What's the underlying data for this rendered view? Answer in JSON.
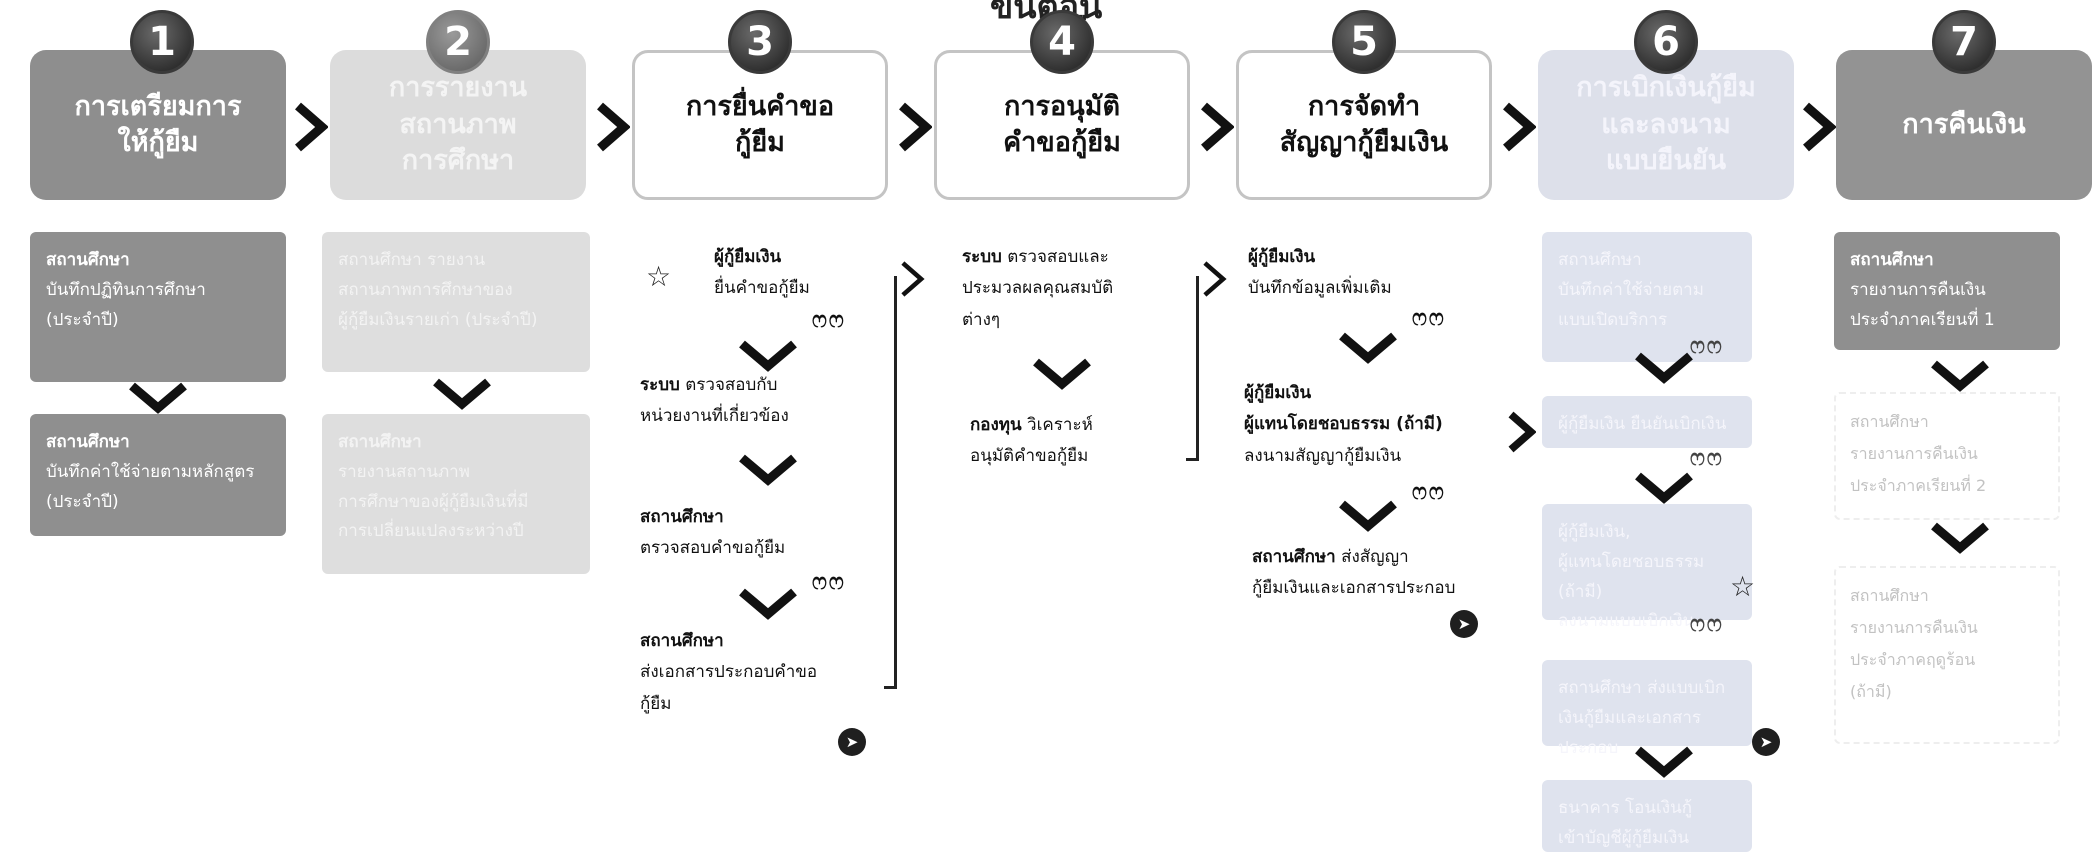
{
  "title": "ขั้นตอนการกู้ยืม",
  "steps": [
    {
      "num": "1",
      "title": "การเตรียมการ\nให้กู้ยืม"
    },
    {
      "num": "2",
      "title": "การรายงาน\nสถานภาพ\nการศึกษา"
    },
    {
      "num": "3",
      "title": "การยื่นคำขอ\nกู้ยืม"
    },
    {
      "num": "4",
      "title": "การอนุมัติ\nคำขอกู้ยืม"
    },
    {
      "num": "5",
      "title": "การจัดทำ\nสัญญากู้ยืมเงิน"
    },
    {
      "num": "6",
      "title": "การเบิกเงินกู้ยืม\nและลงนาม\nแบบยืนยัน"
    },
    {
      "num": "7",
      "title": "การคืนเงิน"
    }
  ],
  "col1": {
    "box1_actor": "สถานศึกษา",
    "box1_text": "บันทึกปฏิทินการศึกษา\n(ประจำปี)",
    "box2_actor": "สถานศึกษา",
    "box2_text": "บันทึกค่าใช้จ่ายตามหลักสูตร\n(ประจำปี)"
  },
  "col2": {
    "box1_text": "สถานศึกษา รายงาน\nสถานภาพการศึกษาของ\nผู้กู้ยืมเงินรายเก่า (ประจำปี)",
    "box2_actor": "สถานศึกษา",
    "box2_text": "รายงานสถานภาพ\nการศึกษาของผู้กู้ยืมเงินที่มี\nการเปลี่ยนแปลงระหว่างปี"
  },
  "col3": {
    "a_actor": "ผู้กู้ยืมเงิน",
    "a_text": "ยื่นคำขอกู้ยืม",
    "b_actor": "ระบบ",
    "b_text": " ตรวจสอบกับ\nหน่วยงานที่เกี่ยวข้อง",
    "c_actor": "สถานศึกษา",
    "c_text": "ตรวจสอบคำขอกู้ยืม",
    "d_actor": "สถานศึกษา",
    "d_text": "ส่งเอกสารประกอบคำขอ\nกู้ยืม",
    "sig": "ෆෆ"
  },
  "col4": {
    "a_actor": "ระบบ",
    "a_text": " ตรวจสอบและ\nประมวลผลคุณสมบัติ\nต่างๆ",
    "b_actor": "กองทุน",
    "b_text": " วิเคราะห์\nอนุมัติคำขอกู้ยืม"
  },
  "col5": {
    "a_actor": "ผู้กู้ยืมเงิน",
    "a_text": "บันทึกข้อมูลเพิ่มเติม",
    "b_actor": "ผู้กู้ยืมเงิน\nผู้แทนโดยชอบธรรม (ถ้ามี)",
    "b_text": "ลงนามสัญญากู้ยืมเงิน",
    "c_actor": "สถานศึกษา",
    "c_text": " ส่งสัญญา\nกู้ยืมเงินและเอกสารประกอบ"
  },
  "col6": {
    "box1": "สถานศึกษา\nบันทึกค่าใช้จ่ายตาม\nแบบเปิดบริการ",
    "box2": "ผู้กู้ยืมเงิน ยืนยันเบิกเงิน",
    "box3": "ผู้กู้ยืมเงิน,\nผู้แทนโดยชอบธรรม (ถ้ามี)\nลงนามแบบเบิกเงิน",
    "box4": "สถานศึกษา ส่งแบบเบิก\nเงินกู้ยืมและเอกสารประกอบ",
    "box5": "ธนาคาร โอนเงินกู้\nเข้าบัญชีผู้กู้ยืมเงิน"
  },
  "col7": {
    "box1_actor": "สถานศึกษา",
    "box1_text": "รายงานการคืนเงิน\nประจำภาคเรียนที่ 1",
    "box2_text": "สถานศึกษา\nรายงานการคืนเงิน\nประจำภาคเรียนที่ 2",
    "box3_text": "สถานศึกษา\nรายงานการคืนเงิน\nประจำภาคฤดูร้อน\n(ถ้ามี)"
  }
}
